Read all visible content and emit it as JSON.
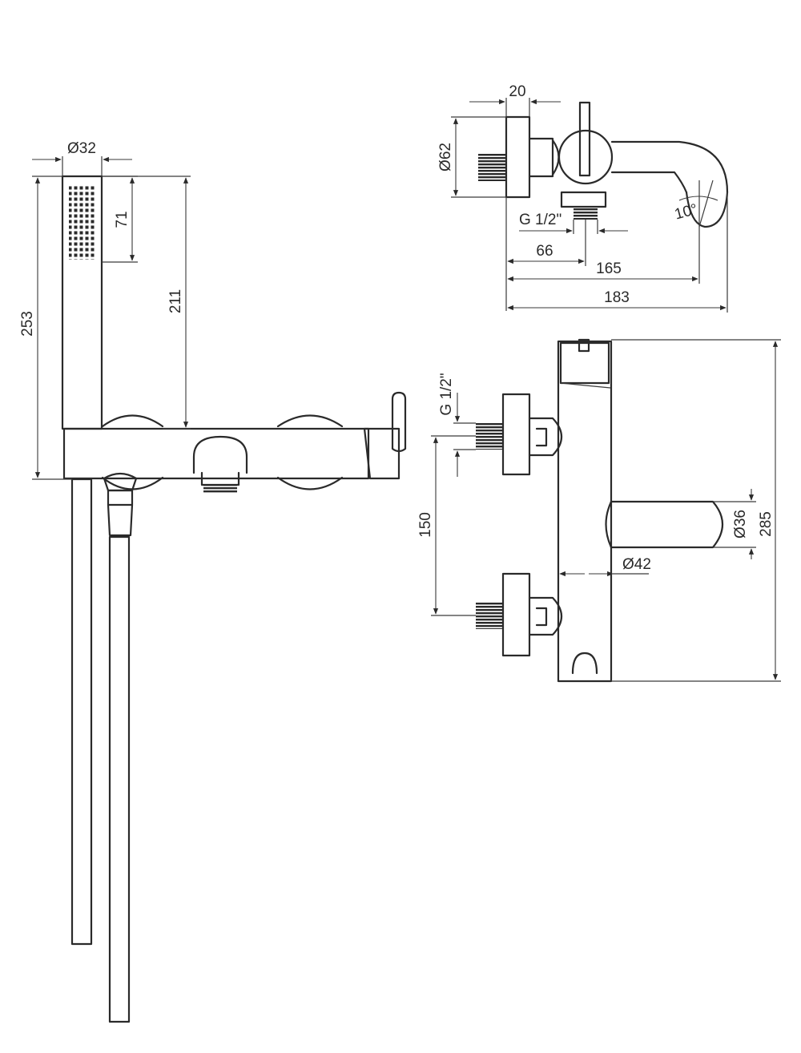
{
  "colors": {
    "line": "#2a2a2a",
    "background": "#ffffff"
  },
  "dimensions": {
    "handshower_diameter": "Ø32",
    "handshower_head_length": "71",
    "handshower_total_length": "253",
    "hand_to_body_length": "211",
    "wall_flange_diameter": "Ø62",
    "flange_thickness": "20",
    "inlet_thread_top": "G 1/2\"",
    "inlet_thread_side": "G 1/2\"",
    "outlet_offset": "66",
    "spout_reach": "165",
    "overall_depth": "183",
    "spout_angle": "10°",
    "inlet_spacing": "150",
    "spout_diameter": "Ø36",
    "body_diameter": "Ø42",
    "body_height": "285"
  }
}
